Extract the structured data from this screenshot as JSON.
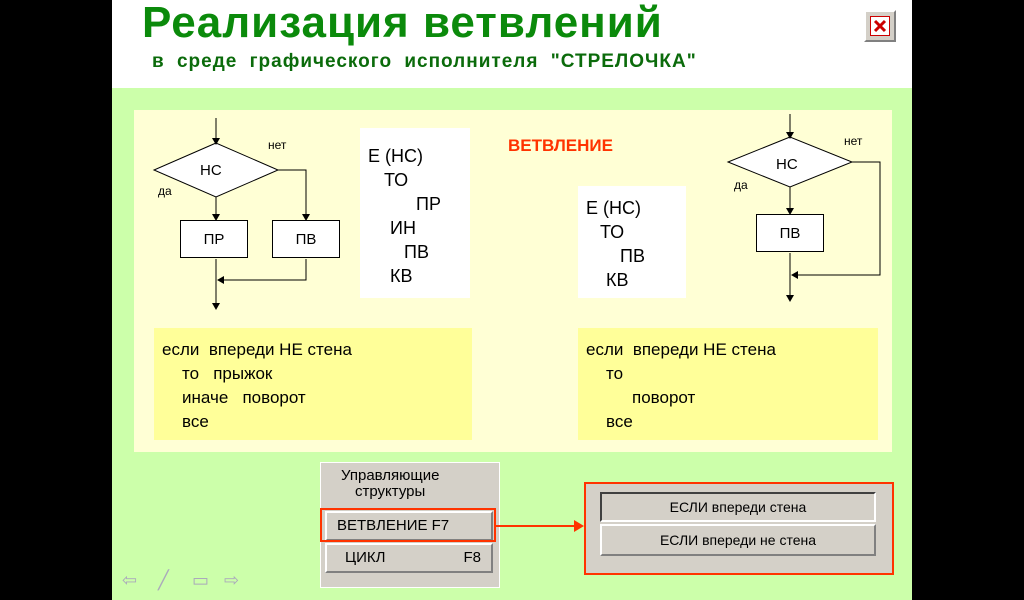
{
  "title": "Реализация  ветвлений",
  "subtitle": "в среде графического исполнителя \"СТРЕЛОЧКА\"",
  "heading": "ВЕТВЛЕНИЕ",
  "flow1": {
    "cond": "НС",
    "no": "нет",
    "yes": "да",
    "left": "ПР",
    "right": "ПВ"
  },
  "flow2": {
    "cond": "НС",
    "no": "нет",
    "yes": "да",
    "box": "ПВ"
  },
  "code1": [
    "Е (НС)",
    "ТО",
    "ПР",
    "ИН",
    "ПВ",
    "КВ"
  ],
  "code2": [
    "Е (НС)",
    "ТО",
    "ПВ",
    "КВ"
  ],
  "text1": [
    "если  впереди НЕ стена",
    "то   прыжок",
    "иначе   поворот",
    "все"
  ],
  "text2": [
    "если  впереди НЕ стена",
    "то",
    "поворот",
    "все"
  ],
  "controls": {
    "title1": "Управляющие",
    "title2": "структуры",
    "branch": "ВЕТВЛЕНИЕ  F7",
    "loop": "ЦИКЛ",
    "loop_key": "F8"
  },
  "menu": {
    "item1": "ЕСЛИ впереди стена",
    "item2": "ЕСЛИ впереди не стена"
  },
  "colors": {
    "title": "#0b8a0b",
    "heading": "#ff3300",
    "panel": "#ffffd5",
    "slide": "#ccffaa"
  }
}
